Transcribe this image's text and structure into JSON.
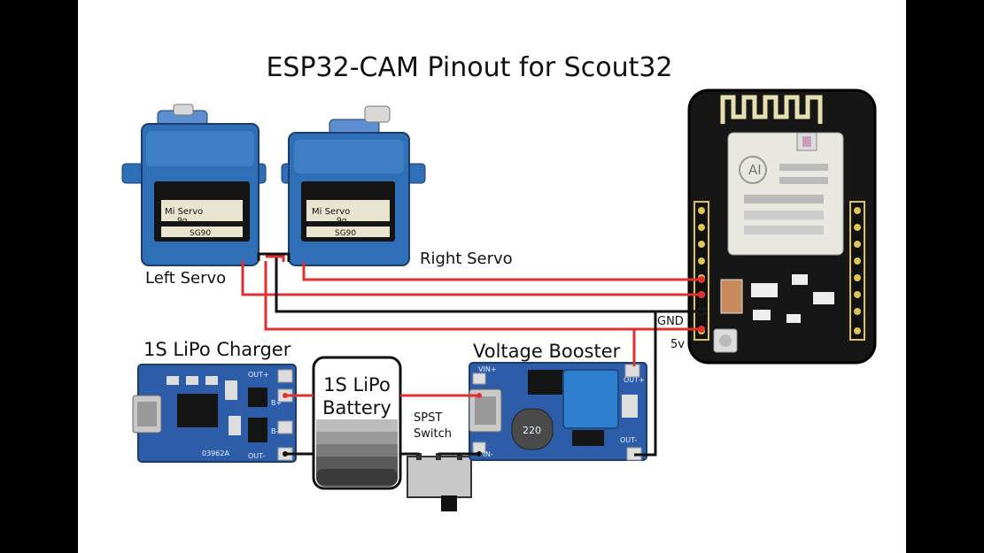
{
  "diagram": {
    "title": "ESP32-CAM Pinout for Scout32",
    "left_servo_label": "Left Servo",
    "right_servo_label": "Right Servo",
    "charger_label": "1S LiPo Charger",
    "battery_label_line1": "1S LiPo",
    "battery_label_line2": "Battery",
    "switch_label_line1": "SPST",
    "switch_label_line2": "Switch",
    "booster_label": "Voltage Booster",
    "gnd_label": "GND",
    "v5_label": "5v",
    "servo_sticker_line1": "Mi  Servo",
    "servo_sticker_line2": "9g",
    "servo_model": "SG90",
    "charger_pin_out_plus": "OUT+",
    "charger_pin_b_plus": "B+",
    "charger_pin_b_minus": "B-",
    "charger_pin_out_minus": "OUT-",
    "charger_chip": "03962A",
    "booster_pin_vin_plus": "VIN+",
    "booster_pin_vin_minus": "VIN-",
    "booster_pin_out_plus": "OUT+",
    "booster_pin_out_minus": "OUT-",
    "booster_inductor": "220",
    "module_brand": "AI"
  },
  "colors": {
    "wire_red": "#e03030",
    "wire_black": "#111111",
    "servo_blue": "#2f6fb8",
    "pcb_blue": "#2d5da8",
    "esp_board": "#161616",
    "frame_black": "#000000"
  }
}
